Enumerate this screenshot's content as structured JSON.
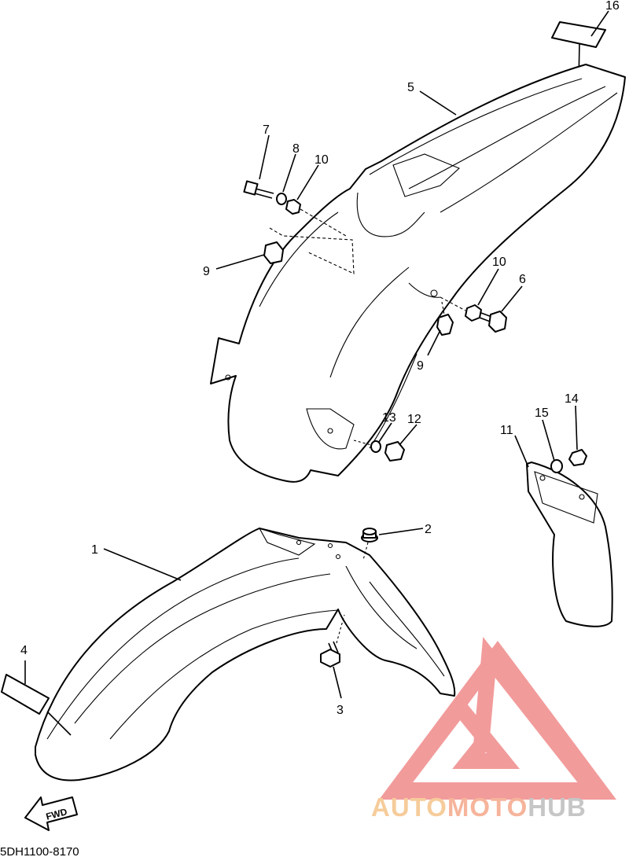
{
  "diagram": {
    "part_code": "5DH1100-8170",
    "fwd_label": "FWD",
    "callouts": [
      {
        "id": "c1",
        "label": "1"
      },
      {
        "id": "c2",
        "label": "2"
      },
      {
        "id": "c3",
        "label": "3"
      },
      {
        "id": "c4",
        "label": "4"
      },
      {
        "id": "c5",
        "label": "5"
      },
      {
        "id": "c6",
        "label": "6"
      },
      {
        "id": "c7",
        "label": "7"
      },
      {
        "id": "c8",
        "label": "8"
      },
      {
        "id": "c9a",
        "label": "9"
      },
      {
        "id": "c9b",
        "label": "9"
      },
      {
        "id": "c10a",
        "label": "10"
      },
      {
        "id": "c10b",
        "label": "10"
      },
      {
        "id": "c11",
        "label": "11"
      },
      {
        "id": "c12",
        "label": "12"
      },
      {
        "id": "c13",
        "label": "13"
      },
      {
        "id": "c14",
        "label": "14"
      },
      {
        "id": "c15",
        "label": "15"
      },
      {
        "id": "c16",
        "label": "16"
      }
    ]
  },
  "watermark": {
    "text_part1": "AUTO",
    "text_part2": "MOTO",
    "text_part3": "HUB",
    "colors": {
      "red": "#f08a8a",
      "orange": "#f5c48a",
      "gray": "#bdbdbd"
    }
  }
}
